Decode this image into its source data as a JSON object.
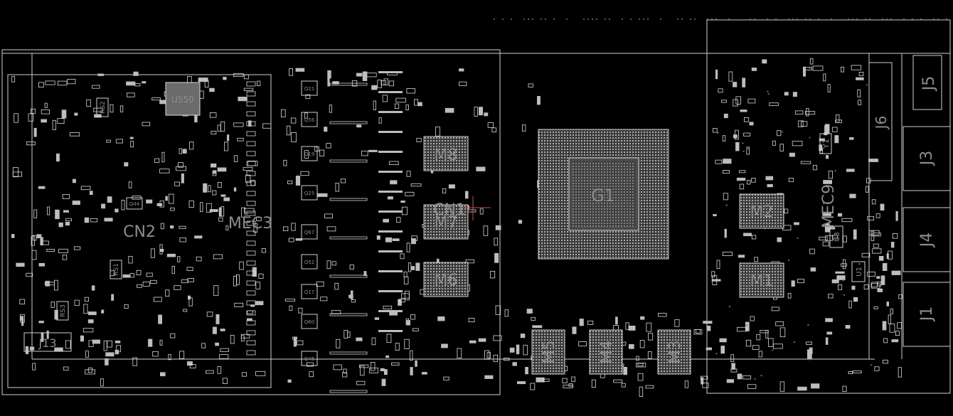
{
  "board": {
    "labels": {
      "u550": "U550",
      "g1": "G1",
      "m1": "M1",
      "m2": "M2",
      "m3": "M3",
      "m4": "M4",
      "m5": "M5",
      "m6": "M6",
      "m7": "M7",
      "m8": "M8",
      "cn1": "CN1",
      "cn2": "CN2",
      "mec3": "MEC3",
      "mec9": "MEC9",
      "j1": "J1",
      "j3": "J3",
      "j4": "J4",
      "j5": "J5",
      "j6": "J6",
      "j13": "J13",
      "rs1": "RS1",
      "rs2": "RS2",
      "rs3": "RS3",
      "y1": "Y1",
      "u1": "U1",
      "u3": "U3",
      "q21": "Q21",
      "q56": "Q56",
      "q19": "Q19",
      "q25": "Q25",
      "q67": "Q67",
      "q52": "Q52",
      "q17": "Q17",
      "q60": "Q60",
      "q45": "Q45",
      "q44": "Q44"
    },
    "colors": {
      "background": "#000000",
      "outline": "#cfcfcf",
      "label": "#8c8c8c",
      "marker": "#d05050"
    }
  }
}
